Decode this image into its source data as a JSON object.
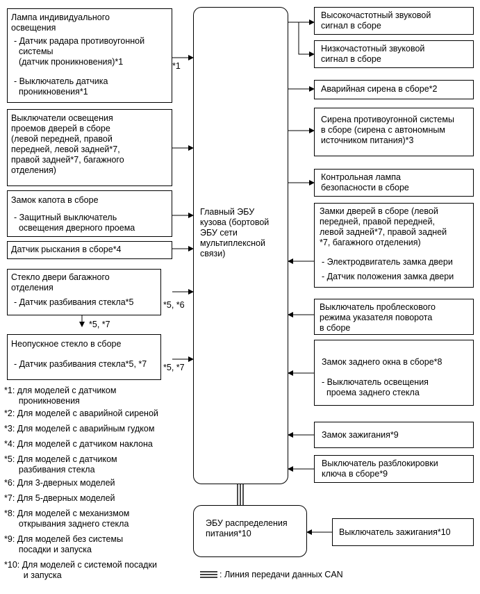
{
  "left": {
    "lamp_title": "Лампа индивидуального\nосвещения",
    "lamp_radar": "- Датчик радара противоугонной\n  системы\n  (датчик проникновения)*1",
    "lamp_switch": "- Выключатель датчика\n  проникновения*1",
    "lamp_note": "*1",
    "door_switches": "Выключатели освещения\nпроемов дверей в сборе\n(левой передней, правой\nпередней, левой задней*7,\nправой задней*7, багажного\nотделения)",
    "hood_title": "Замок капота в сборе",
    "hood_sub": "- Защитный выключатель\n  освещения дверного проема",
    "yaw": "Датчик рыскания в сборе*4",
    "back_glass_title": "Стекло двери багажного\nотделения",
    "back_glass_sub": "- Датчик разбивания стекла*5",
    "back_glass_note": "*5, *6",
    "down_note": "*5, *7",
    "fixed_glass_title": "Неопускное стекло в сборе",
    "fixed_glass_sub": "- Датчик разбивания стекла*5, *7",
    "fixed_glass_note": "*5, *7"
  },
  "center": {
    "main_ecu": "Главный ЭБУ\nкузова (бортовой\nЭБУ сети\nмультиплексной\nсвязи)",
    "power_ecu": "ЭБУ распределения\nпитания*10"
  },
  "right": {
    "hi_horn": "Высокочастотный звуковой\nсигнал в сборе",
    "lo_horn": "Низкочастотный звуковой\nсигнал в сборе",
    "siren": "Аварийная сирена в сборе*2",
    "security_siren": "Сирена противоугонной системы\nв сборе (сирена с автономным\nисточником питания)*3",
    "security_lamp": "Контрольная лампа\nбезопасности в сборе",
    "door_locks_title": "Замки дверей в сборе (левой\nпередней, правой передней,\nлевой задней*7, правой задней\n*7, багажного отделения)",
    "door_locks_motor": "- Электродвигатель замка двери",
    "door_locks_sensor": "- Датчик положения замка двери",
    "hazard_switch": "Выключатель проблескового\nрежима указателя поворота\nв сборе",
    "rear_window_title": "Замок заднего окна в сборе*8",
    "rear_window_sub": "- Выключатель освещения\n  проема заднего стекла",
    "ignition_lock": "Замок зажигания*9",
    "key_unlock": "Выключатель разблокировки\nключа в сборе*9",
    "ignition_switch": "Выключатель зажигания*10"
  },
  "footnotes": {
    "n1": "*1: для моделей с датчиком\n      проникновения",
    "n2": "*2: Для моделей с аварийной сиреной",
    "n3": "*3: Для моделей с аварийным гудком",
    "n4": "*4: Для моделей с датчиком наклона",
    "n5": "*5: Для моделей с датчиком\n      разбивания стекла",
    "n6": "*6: Для 3-дверных моделей",
    "n7": "*7: Для 5-дверных моделей",
    "n8": "*8: Для моделей с механизмом\n      открывания заднего стекла",
    "n9": "*9: Для моделей без системы\n      посадки и запуска",
    "n10": "*10: Для моделей с системой посадки\n        и запуска"
  },
  "legend": {
    "can_line": ": Линия передачи данных CAN"
  }
}
